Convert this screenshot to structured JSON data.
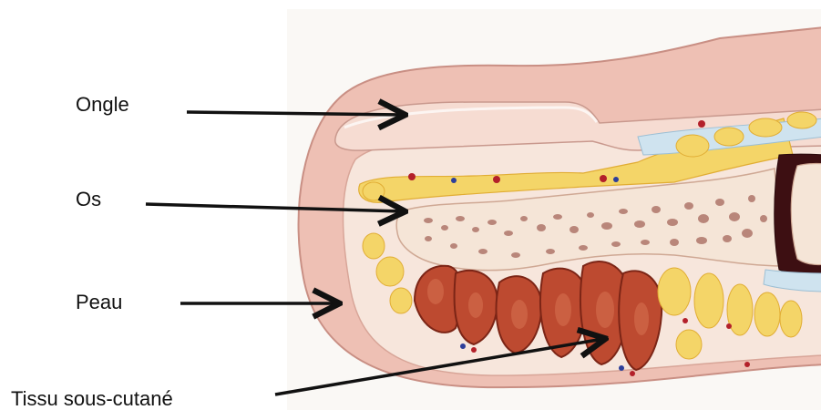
{
  "labels": {
    "ongle": "Ongle",
    "os": "Os",
    "peau": "Peau",
    "tissu": "Tissu sous-cutané"
  },
  "colors": {
    "skin": "#eebfb4",
    "nail": "#f6dcd4",
    "bone": "#f6e6d8",
    "fat": "#f2d35a",
    "muscle": "#b8432c",
    "arrow": "#111111"
  }
}
